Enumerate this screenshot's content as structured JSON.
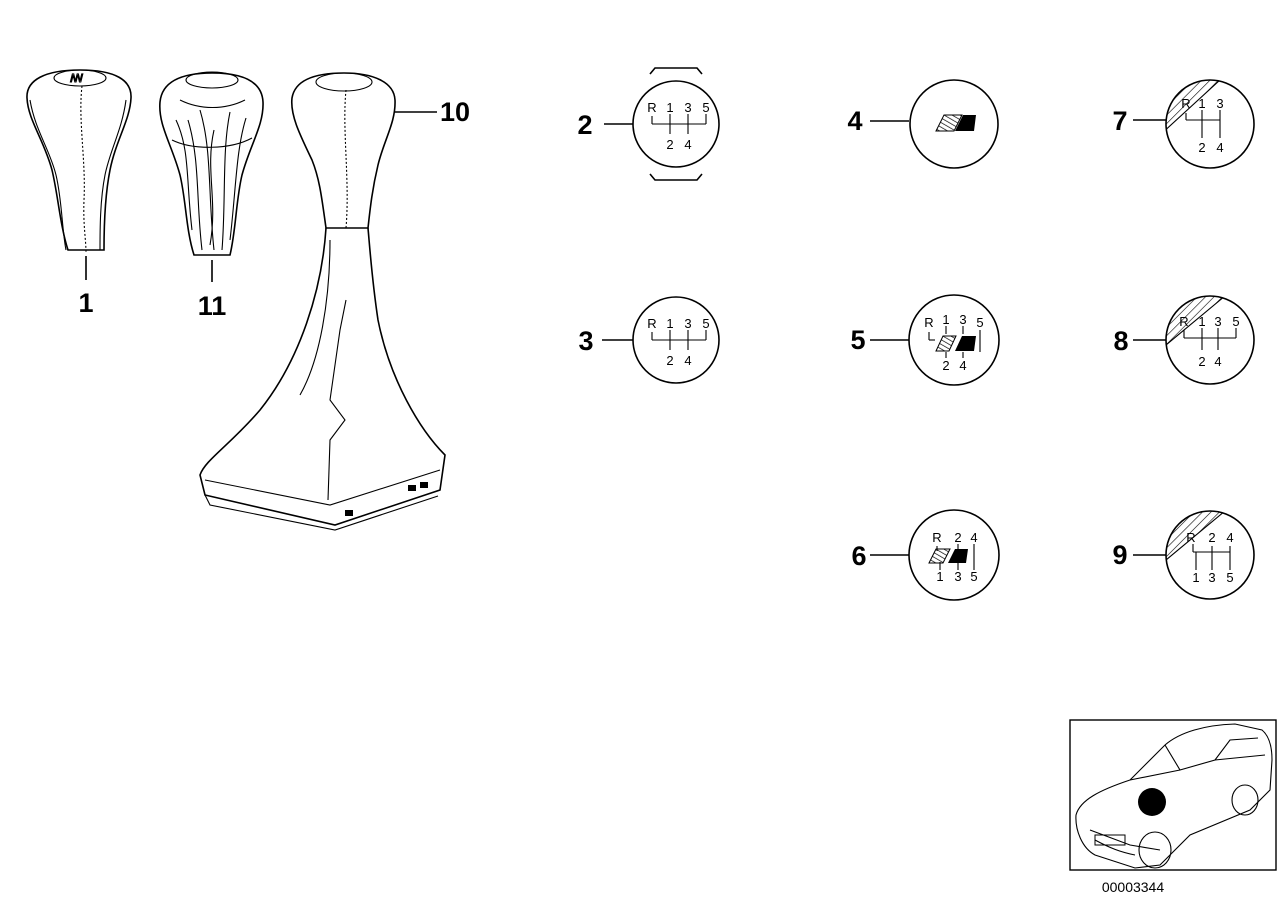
{
  "callouts": {
    "c1": "1",
    "c2": "2",
    "c3": "3",
    "c4": "4",
    "c5": "5",
    "c6": "6",
    "c7": "7",
    "c8": "8",
    "c9": "9",
    "c10": "10",
    "c11": "11"
  },
  "emblems": {
    "e2": {
      "top": [
        "R",
        "1",
        "3",
        "5"
      ],
      "bottom": [
        "2",
        "4"
      ]
    },
    "e3": {
      "top": [
        "R",
        "1",
        "3",
        "5"
      ],
      "bottom": [
        "2",
        "4"
      ]
    },
    "e5": {
      "top": [
        "R",
        "1",
        "3",
        "5"
      ],
      "bottom": [
        "2",
        "4"
      ]
    },
    "e6": {
      "top": [
        "R",
        "2",
        "4"
      ],
      "bottom": [
        "1",
        "3",
        "5"
      ]
    },
    "e7": {
      "top": [
        "R",
        "1",
        "3"
      ],
      "bottom": [
        "2",
        "4"
      ]
    },
    "e8": {
      "top": [
        "R",
        "1",
        "3",
        "5"
      ],
      "bottom": [
        "2",
        "4"
      ]
    },
    "e9": {
      "top": [
        "R",
        "2",
        "4"
      ],
      "bottom": [
        "1",
        "3",
        "5"
      ]
    }
  },
  "diagram_id": "00003344"
}
